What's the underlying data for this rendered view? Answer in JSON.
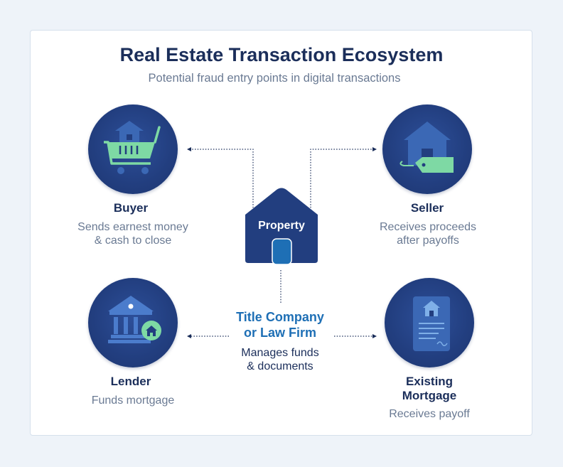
{
  "header": {
    "title": "Real Estate Transaction Ecosystem",
    "subtitle": "Potential fraud entry points in digital transactions"
  },
  "center": {
    "property_label": "Property",
    "title_company": "Title Company",
    "title_company_line2": "or Law Firm",
    "title_company_desc": "Manages funds",
    "title_company_desc_line2": "& documents"
  },
  "nodes": {
    "buyer": {
      "label": "Buyer",
      "desc": "Sends earnest money",
      "desc_line2": "& cash to close",
      "icon": "shopping-cart-house-icon"
    },
    "seller": {
      "label": "Seller",
      "desc": "Receives proceeds",
      "desc_line2": "after payoffs",
      "icon": "house-price-tag-icon"
    },
    "lender": {
      "label": "Lender",
      "desc": "Funds mortgage",
      "icon": "bank-building-icon"
    },
    "existing_mortgage": {
      "label": "Existing",
      "label_line2": "Mortgage",
      "desc": "Receives payoff",
      "icon": "mortgage-document-icon"
    }
  },
  "colors": {
    "navy": "#1b2e5a",
    "circle": "#223e7f",
    "accent_green": "#7ed9a4",
    "accent_blue": "#1e6fb5",
    "muted_text": "#6a7a93"
  }
}
